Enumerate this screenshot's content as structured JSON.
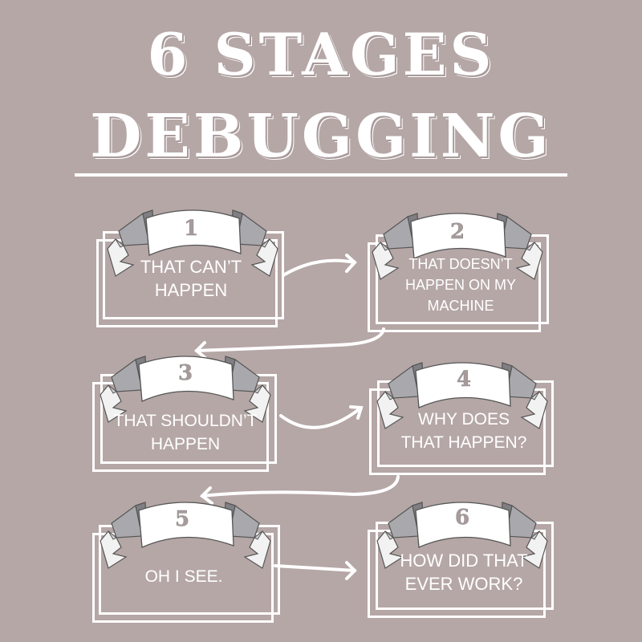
{
  "title": {
    "line1": "6 STAGES",
    "line2": "DEBUGGING"
  },
  "colors": {
    "background": "#b5a7a6",
    "foreground": "#ffffff",
    "ribbon_dark": "#8f8f93",
    "ribbon_mid": "#a9a9ad",
    "ribbon_light": "#d3d3d6"
  },
  "stages": [
    {
      "number": "1",
      "lines": [
        "THAT CAN’T",
        "HAPPEN"
      ]
    },
    {
      "number": "2",
      "lines": [
        "THAT DOESN’T",
        "HAPPEN ON MY",
        "MACHINE"
      ]
    },
    {
      "number": "3",
      "lines": [
        "THAT SHOULDN’T",
        "HAPPEN"
      ]
    },
    {
      "number": "4",
      "lines": [
        "WHY DOES",
        "THAT HAPPEN?"
      ]
    },
    {
      "number": "5",
      "lines": [
        "OH I SEE."
      ]
    },
    {
      "number": "6",
      "lines": [
        "HOW DID THAT",
        "EVER WORK?"
      ]
    }
  ]
}
